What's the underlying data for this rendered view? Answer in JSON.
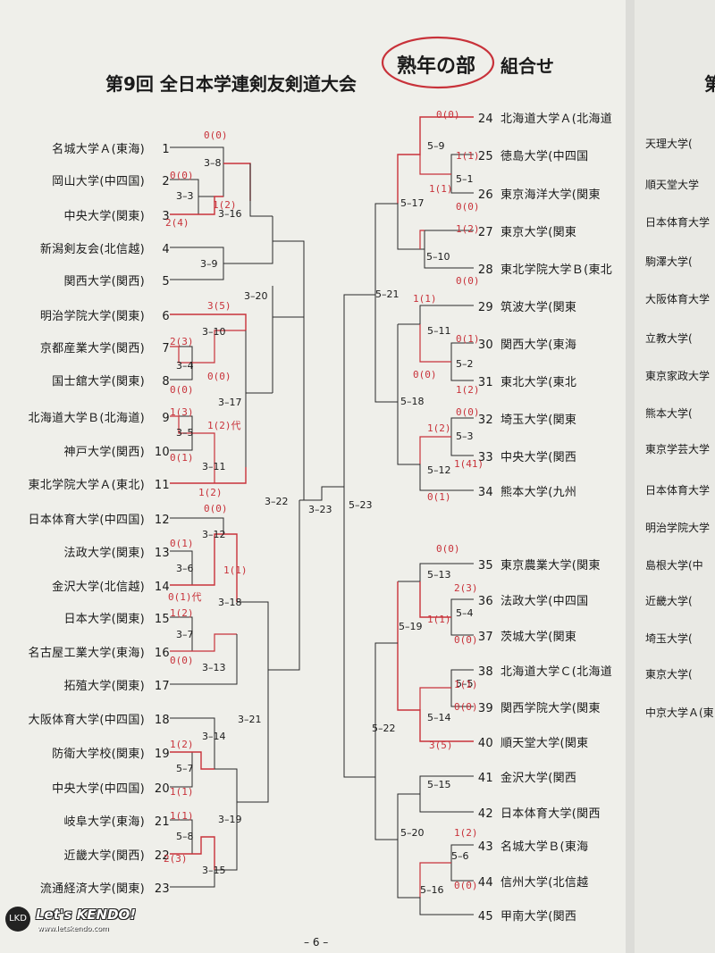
{
  "header": {
    "title_main": "第9回 全日本学連剣友剣道大会",
    "title_circled": "熟年の部",
    "title_suffix": "組合せ",
    "next_page_fragment": "第"
  },
  "page_number": "– 6 –",
  "watermark": {
    "brand": "Let's KENDO!",
    "url": "www.letskendo.com"
  },
  "left_teams": [
    {
      "num": "1",
      "name": "名城大学Ａ(東海)"
    },
    {
      "num": "2",
      "name": "岡山大学(中四国)"
    },
    {
      "num": "3",
      "name": "中央大学(関東)"
    },
    {
      "num": "4",
      "name": "新潟剣友会(北信越)"
    },
    {
      "num": "5",
      "name": "関西大学(関西)"
    },
    {
      "num": "6",
      "name": "明治学院大学(関東)"
    },
    {
      "num": "7",
      "name": "京都産業大学(関西)"
    },
    {
      "num": "8",
      "name": "国士舘大学(関東)"
    },
    {
      "num": "9",
      "name": "北海道大学Ｂ(北海道)"
    },
    {
      "num": "10",
      "name": "神戸大学(関西)"
    },
    {
      "num": "11",
      "name": "東北学院大学Ａ(東北)"
    },
    {
      "num": "12",
      "name": "日本体育大学(中四国)"
    },
    {
      "num": "13",
      "name": "法政大学(関東)"
    },
    {
      "num": "14",
      "name": "金沢大学(北信越)"
    },
    {
      "num": "15",
      "name": "日本大学(関東)"
    },
    {
      "num": "16",
      "name": "名古屋工業大学(東海)"
    },
    {
      "num": "17",
      "name": "拓殖大学(関東)"
    },
    {
      "num": "18",
      "name": "大阪体育大学(中四国)"
    },
    {
      "num": "19",
      "name": "防衛大学校(関東)"
    },
    {
      "num": "20",
      "name": "中央大学(中四国)"
    },
    {
      "num": "21",
      "name": "岐阜大学(東海)"
    },
    {
      "num": "22",
      "name": "近畿大学(関西)"
    },
    {
      "num": "23",
      "name": "流通経済大学(関東)"
    }
  ],
  "right_teams": [
    {
      "num": "24",
      "name": "北海道大学Ａ(北海道"
    },
    {
      "num": "25",
      "name": "徳島大学(中四国"
    },
    {
      "num": "26",
      "name": "東京海洋大学(関東"
    },
    {
      "num": "27",
      "name": "東京大学(関東"
    },
    {
      "num": "28",
      "name": "東北学院大学Ｂ(東北"
    },
    {
      "num": "29",
      "name": "筑波大学(関東"
    },
    {
      "num": "30",
      "name": "関西大学(東海"
    },
    {
      "num": "31",
      "name": "東北大学(東北"
    },
    {
      "num": "32",
      "name": "埼玉大学(関東"
    },
    {
      "num": "33",
      "name": "中央大学(関西"
    },
    {
      "num": "34",
      "name": "熊本大学(九州"
    },
    {
      "num": "35",
      "name": "東京農業大学(関東"
    },
    {
      "num": "36",
      "name": "法政大学(中四国"
    },
    {
      "num": "37",
      "name": "茨城大学(関東"
    },
    {
      "num": "38",
      "name": "北海道大学Ｃ(北海道"
    },
    {
      "num": "39",
      "name": "関西学院大学(関東"
    },
    {
      "num": "40",
      "name": "順天堂大学(関東"
    },
    {
      "num": "41",
      "name": "金沢大学(関西"
    },
    {
      "num": "42",
      "name": "日本体育大学(関西"
    },
    {
      "num": "43",
      "name": "名城大学Ｂ(東海"
    },
    {
      "num": "44",
      "name": "信州大学(北信越"
    },
    {
      "num": "45",
      "name": "甲南大学(関西"
    }
  ],
  "next_page_teams": [
    "天理大学(",
    "順天堂大学",
    "日本体育大学",
    "駒澤大学(",
    "大阪体育大学",
    "立教大学(",
    "東京家政大学",
    "熊本大学(",
    "東京学芸大学",
    "日本体育大学",
    "明治学院大学",
    "島根大学(中",
    "近畿大学(",
    "埼玉大学(",
    "東京大学(",
    "中京大学Ａ(東"
  ],
  "match_labels": {
    "m3_8": "3–8",
    "m3_3": "3–3",
    "m3_16": "3–16",
    "m3_9": "3–9",
    "m3_20": "3–20",
    "m3_10": "3–10",
    "m3_4": "3–4",
    "m3_17": "3–17",
    "m3_5": "3–5",
    "m3_11": "3–11",
    "m3_22": "3–22",
    "m3_23": "3–23",
    "m3_12": "3–12",
    "m3_6": "3–6",
    "m3_18": "3–18",
    "m3_7": "3–7",
    "m3_13": "3–13",
    "m3_21": "3–21",
    "m3_14": "3–14",
    "m3_7b": "5–7",
    "m3_19": "3–19",
    "m5_8": "5–8",
    "m3_15": "3–15",
    "m5_9": "5–9",
    "m5_1": "5–1",
    "m5_17": "5–17",
    "m5_10": "5–10",
    "m5_21": "5–21",
    "m5_11": "5–11",
    "m5_2": "5–2",
    "m5_18": "5–18",
    "m5_3": "5–3",
    "m5_12": "5–12",
    "m5_23": "5–23",
    "m5_13": "5–13",
    "m5_4": "5–4",
    "m5_19": "5–19",
    "m5_5": "5–5",
    "m5_14": "5–14",
    "m5_22": "5–22",
    "m5_15": "5–15",
    "m5_20": "5–20",
    "m5_6": "5–6",
    "m5_16": "5–16"
  },
  "scores": {
    "s1": "0(0)",
    "s2": "0(0)",
    "s3": "1(2)",
    "s4": "2(4)",
    "s5": "3(5)",
    "s6": "2(3)",
    "s7": "0(0)",
    "s8": "0(0)",
    "s9": "1(3)",
    "s10": "1(2)代",
    "s11": "0(1)",
    "s12": "1(2)",
    "s13": "0(0)",
    "s14": "0(1)",
    "s15": "1(1)",
    "s16": "0(1)代",
    "s17": "1(2)",
    "s18": "0(0)",
    "s19": "1(2)",
    "s20": "1(1)",
    "s21": "1(1)",
    "s22": "2(3)",
    "r1": "0(0)",
    "r2": "1(1)",
    "r3": "1(1)",
    "r4": "0(0)",
    "r5": "1(2)",
    "r6": "0(0)",
    "r7": "1(1)",
    "r8": "0(1)",
    "r9": "0(0)",
    "r10": "1(2)",
    "r11": "1(2)",
    "r12": "0(0)",
    "r13": "1(41)",
    "r14": "0(1)",
    "r15": "0(0)",
    "r16": "2(3)",
    "r17": "1(1)",
    "r18": "0(0)",
    "r19": "1(1)",
    "r20": "0(0)",
    "r21": "3(5)",
    "r22": "1(2)",
    "r23": "0(0)"
  }
}
